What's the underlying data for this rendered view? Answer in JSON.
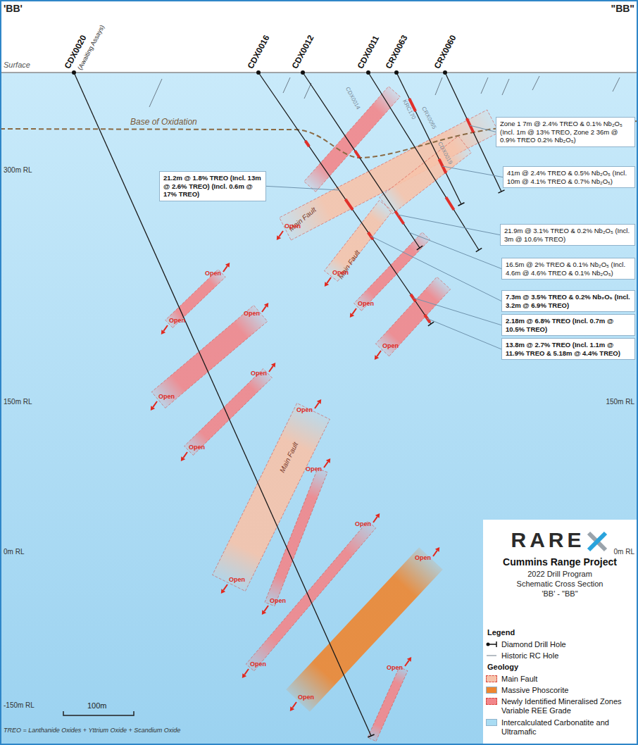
{
  "diagram": {
    "nodes": [
      {
        "text": [
          "Zone 1 7m @ 2.4% TREO & 0.1% Nb₂O₅ (Incl. 1m @ 13% TREO, Zone 2 36m @ 0.9% TREO 0.2% Nb₂O₅)"
        ]
      },
      {
        "text": [
          "41m @ 2.4% TREO & 0.5% Nb₂O₅ (Incl. 10m @ 4.1% TREO & 0.7% Nb₂O₅)"
        ]
      },
      {
        "text": [
          "21.2m @ 1.8% TREO (Incl. 13m @ 2.6% TREO) (Incl. 0.6m @ 17% TREO)"
        ]
      },
      {
        "text": [
          "21.9m @ 3.1% TREO & 0.2% Nb₂O₅ (Incl. 3m @ 10.6% TREO)"
        ]
      },
      {
        "text": [
          "16.5m @ 2% TREO & 0.1% Nb₂O₅ (Incl. 4.6m @ 4.6% TREO & 0.1% Nb₂O₅)"
        ]
      },
      {
        "text": [
          "7.3m @ 3.5% TREO & 0.2% Nb₂O₅ (Incl. 3.2m @ 6.9% TREO)"
        ]
      },
      {
        "text": [
          "2.18m @ 6.8% TREO (Incl. 0.7m @ 10.5% TREO)"
        ]
      },
      {
        "text": [
          "13.8m @ 2.7% TREO (Incl. 1.1m @ 11.9% TREO & 5.18m @ 4.4% TREO)"
        ]
      },
      {
        "text": [
          "RARE",
          "Cummins Range Project",
          "2022 Drill Program Schematic Cross Section 'BB' - \"BB\""
        ]
      }
    ],
    "labels": [
      "'BB'",
      "\"BB\"",
      "Surface",
      "Base of Oxidation",
      "300m RL",
      "150m RL",
      "150m RL",
      "0m RL",
      "0m RL",
      "-150m RL",
      "CDX0020",
      "(Awaiting Assays)",
      "CDX0016",
      "CDX0012",
      "CDX0011",
      "CRX0063",
      "CRX0060",
      "CDX0014",
      "KRC170",
      "CRX0065",
      "CDX0019",
      "Main Fault",
      "Main Fault",
      "Main Fault",
      "Open",
      "Open",
      "Open",
      "Open",
      "Open",
      "Open",
      "Open",
      "Open",
      "Open",
      "Open",
      "Open",
      "Open",
      "Open",
      "Open",
      "Open",
      "Open",
      "Open",
      "Open",
      "Open",
      "100m",
      "TREO = Lanthanide Oxides + Yttrium Oxide + Scandium Oxide",
      "Legend",
      "Geology"
    ],
    "legend": [
      {
        "text": "Diamond Drill Hole"
      },
      {
        "text": "Historic RC Hole"
      },
      {
        "text": "Main Fault",
        "color": "#f7c3aa"
      },
      {
        "text": "Massive Phoscorite",
        "color": "#ee8630"
      },
      {
        "text": "Newly Identified Mineralised Zones Variable REE Grade",
        "color": "#f2868a"
      },
      {
        "text": "Intercalculated Carbonatite and Ultramafic",
        "color": "#a9dcf3"
      }
    ]
  }
}
